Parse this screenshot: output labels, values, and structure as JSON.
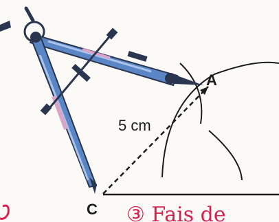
{
  "labels": {
    "point_a": "A",
    "point_c": "C",
    "distance": "5 cm",
    "handwriting": "③ Fais de"
  },
  "colors": {
    "ink": "#1c1c1c",
    "compass_blue": "#5a86c6",
    "compass_pink": "#d8a4c8",
    "compass_dark": "#2a3550",
    "handwriting": "#d6204e"
  },
  "icons": {
    "compass": "drawing-compass-icon"
  }
}
